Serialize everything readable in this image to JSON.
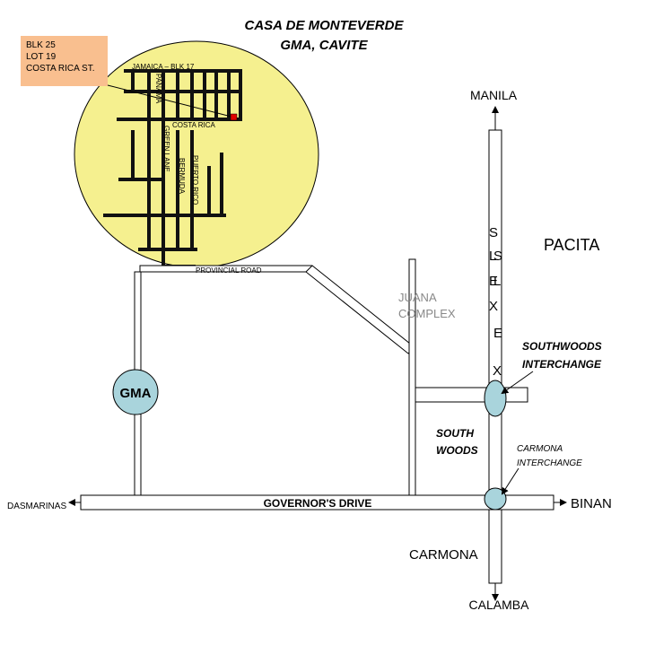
{
  "title": {
    "line1": "CASA DE MONTEVERDE",
    "line2": "GMA, CAVITE"
  },
  "address_note": {
    "line1": "BLK 25",
    "line2": "LOT 19",
    "line3": "COSTA RICA ST."
  },
  "subdivision_streets": {
    "jamaica": "JAMAICA – BLK 17",
    "panama": "PANAMA",
    "costa_rica": "COSTA RICA",
    "green_lane": "GREEN LANE",
    "bermuda": "BERMUDA",
    "puerto_rico": "PUERTO RICO"
  },
  "roads": {
    "provincial_road": "PROVINCIAL ROAD",
    "governors_drive": "GOVERNOR'S DRIVE",
    "slex_letters": [
      "S",
      "L",
      "E",
      "X"
    ],
    "slex_letters_repeat": [
      "S",
      "L",
      "E",
      "X"
    ]
  },
  "places": {
    "manila": "MANILA",
    "pacita": "PACITA",
    "juana_line1": "JUANA",
    "juana_line2": "COMPLEX",
    "gma": "GMA",
    "southwoods_interchange_line1": "SOUTHWOODS",
    "southwoods_interchange_line2": "INTERCHANGE",
    "south_woods_line1": "SOUTH",
    "south_woods_line2": "WOODS",
    "carmona_interchange_line1": "CARMONA",
    "carmona_interchange_line2": "INTERCHANGE",
    "dasmarinas": "DASMARINAS",
    "binan": "BINAN",
    "carmona": "CARMONA",
    "calamba": "CALAMBA"
  },
  "colors": {
    "highlight_circle": "#f5f08f",
    "note_background": "#f9bf8f",
    "interchange": "#a9d4dc",
    "marker": "#e00000"
  }
}
